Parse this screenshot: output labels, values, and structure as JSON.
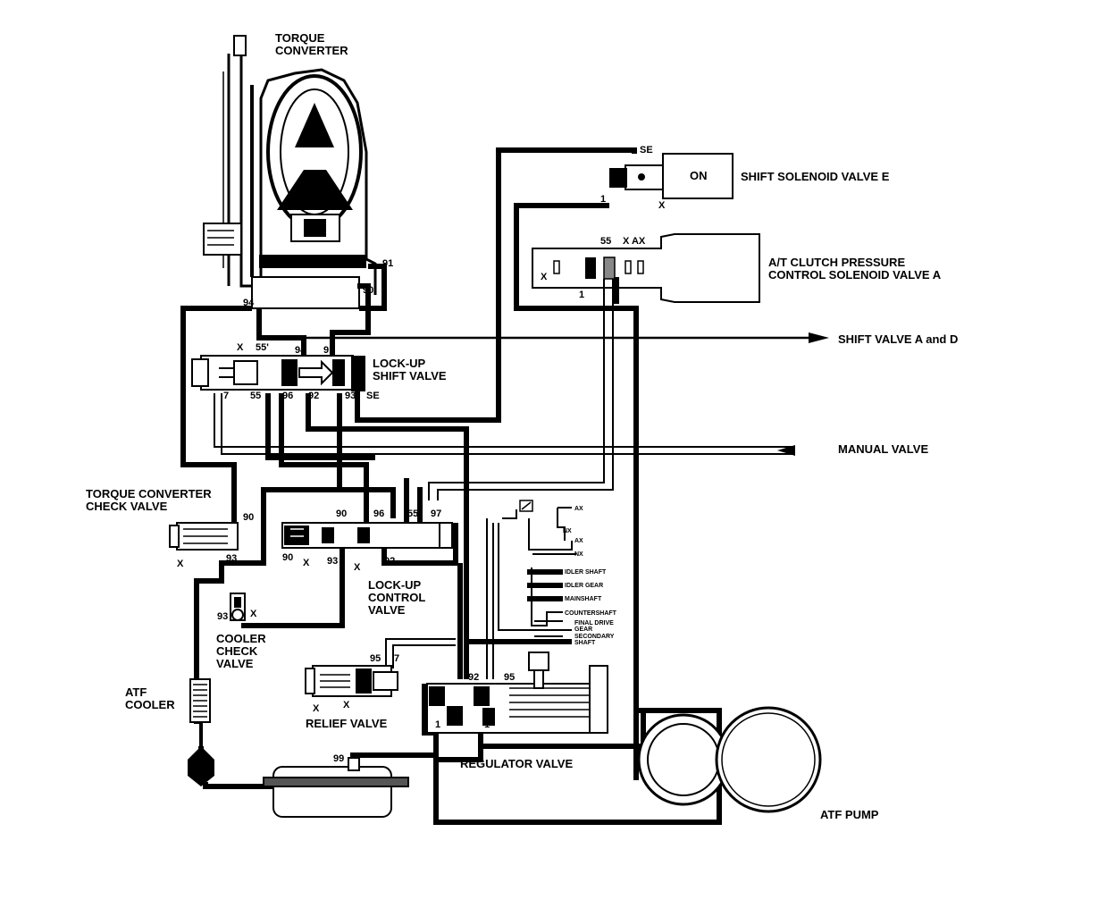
{
  "labels": {
    "torque_converter_1": "TORQUE",
    "torque_converter_2": "CONVERTER",
    "shift_solenoid_e": "SHIFT SOLENOID VALVE E",
    "on": "ON",
    "atclutch_1": "A/T CLUTCH PRESSURE",
    "atclutch_2": "CONTROL SOLENOID VALVE A",
    "shift_valve_ad": "SHIFT VALVE A and D",
    "lockup_shift_1": "LOCK-UP",
    "lockup_shift_2": "SHIFT VALVE",
    "manual_valve": "MANUAL VALVE",
    "tc_check_1": "TORQUE CONVERTER",
    "tc_check_2": "CHECK VALVE",
    "lockup_ctrl_1": "LOCK-UP",
    "lockup_ctrl_2": "CONTROL",
    "lockup_ctrl_3": "VALVE",
    "cooler_check_1": "COOLER",
    "cooler_check_2": "CHECK",
    "cooler_check_3": "VALVE",
    "atf_cooler_1": "ATF",
    "atf_cooler_2": "COOLER",
    "relief_valve": "RELIEF VALVE",
    "regulator_valve": "REGULATOR VALVE",
    "atf_pump": "ATF PUMP"
  },
  "ports": {
    "se_top": "SE",
    "x_sol": "X",
    "one_sol": "1",
    "p55": "55",
    "xax": "X AX",
    "x_ac": "X",
    "one_ac": "1",
    "p91a": "91",
    "p90a": "90",
    "p94a": "94",
    "x_ls": "X",
    "p55b": "55'",
    "p94b": "94",
    "p91b": "91",
    "p7a": "7",
    "p55c": "55",
    "p96a": "96",
    "p92a": "92",
    "p93a": "93",
    "se_ls": "SE",
    "p90b": "90",
    "p93b": "93",
    "x_tc": "X",
    "p90c": "90",
    "p96b": "96",
    "p55d": "55",
    "p97": "97",
    "p90d": "90",
    "x_lc1": "X",
    "p93c": "93",
    "x_lc2": "X",
    "p92b": "92",
    "p93d": "93",
    "x_cc": "X",
    "p95a": "95",
    "p7b": "7",
    "x_rv1": "X",
    "x_rv2": "X",
    "p92c": "92",
    "p95b": "95",
    "one_r1": "1",
    "one_r2": "1",
    "p99": "99"
  },
  "lube": {
    "ax1": "AX",
    "nx": "NX",
    "ax2": "AX",
    "nx2": "NX",
    "idler_shaft": "IDLER SHAFT",
    "idler_gear": "IDLER GEAR",
    "mainshaft": "MAINSHAFT",
    "countershaft": "COUNTERSHAFT",
    "final_drive_1": "FINAL DRIVE",
    "final_drive_2": "GEAR",
    "secondary_1": "SECONDARY",
    "secondary_2": "SHAFT"
  }
}
